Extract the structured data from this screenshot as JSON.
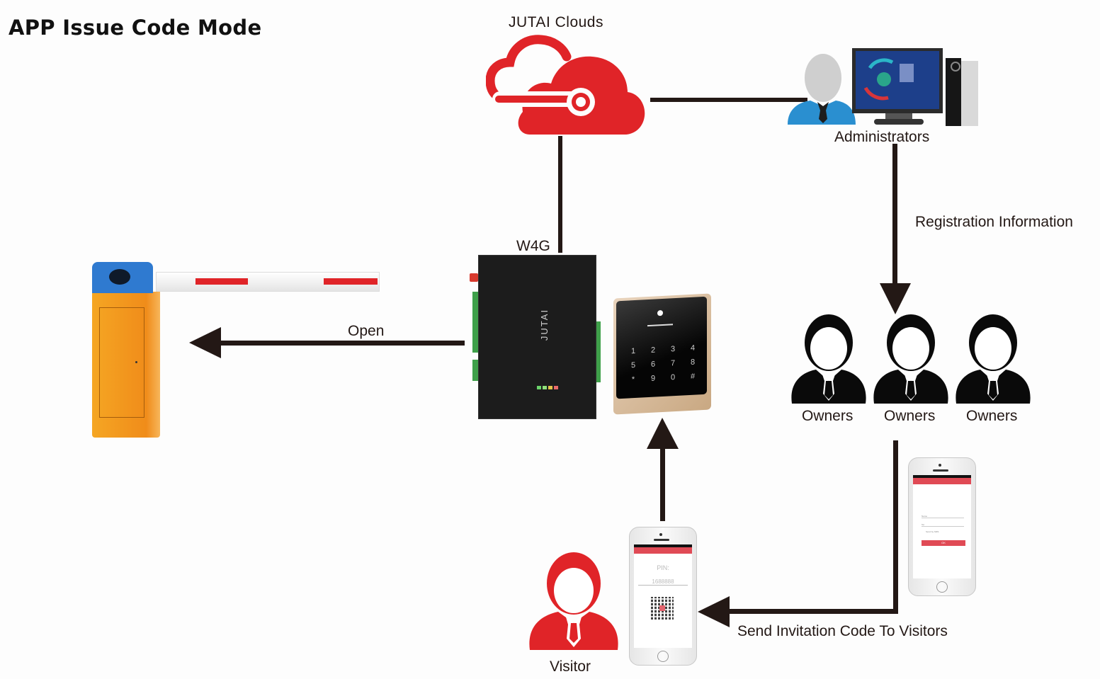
{
  "title": "APP Issue Code Mode",
  "nodes": {
    "cloud": {
      "label": "JUTAI  Clouds",
      "icon": "cloud-icon",
      "color": "#e02428"
    },
    "administrators": {
      "label": "Administrators",
      "icon": "admin-computer-icon",
      "person_color": "#2a8fd0"
    },
    "controller": {
      "label": "W4G",
      "brand": "JUTAI",
      "icon": "controller-board-icon"
    },
    "keypad": {
      "icon": "keypad-reader-icon",
      "keys": [
        "1",
        "2",
        "3",
        "4",
        "5",
        "6",
        "7",
        "8",
        "*",
        "9",
        "0",
        "#"
      ]
    },
    "barrier": {
      "icon": "barrier-gate-icon"
    },
    "owners": [
      {
        "label": "Owners"
      },
      {
        "label": "Owners"
      },
      {
        "label": "Owners"
      }
    ],
    "owner_phone": {
      "icon": "smartphone-icon",
      "field1": "Name",
      "field2": "Tel",
      "checkbox": "Send by SMS",
      "button": "OK"
    },
    "visitor_phone": {
      "icon": "smartphone-icon",
      "pin_label": "PIN:",
      "pin_value": "1688888"
    },
    "visitor": {
      "label": "Visitor",
      "color": "#e02428"
    }
  },
  "edges": {
    "open": {
      "label": "Open"
    },
    "registration": {
      "label": "Registration Information"
    },
    "send_code": {
      "label": "Send Invitation Code To Visitors"
    }
  },
  "colors": {
    "arrow": "#231815",
    "accent_red": "#e02428",
    "phone_bar": "#e04a55",
    "barrier_orange": "#f39a1e",
    "barrier_blue": "#2f7ad0"
  }
}
